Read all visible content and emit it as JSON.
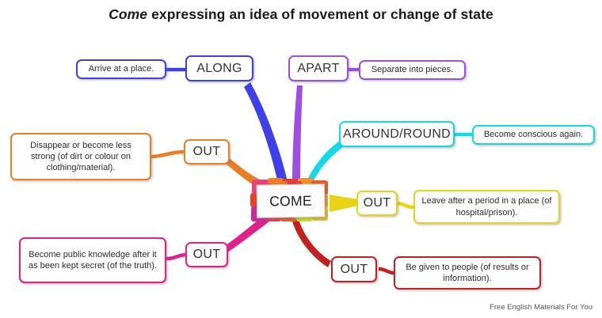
{
  "title": {
    "emphasis": "Come",
    "rest": " expressing an idea of movement or change of state"
  },
  "center": {
    "label": "COME"
  },
  "footer": {
    "text": "Free English Materials For You"
  },
  "branches": [
    {
      "key": "ALONG",
      "meaning": "Arrive at a place.",
      "color": "#4040E8"
    },
    {
      "key": "APART",
      "meaning": "Separate into pieces.",
      "color": "#9C4FE0"
    },
    {
      "key": "AROUND/ROUND",
      "meaning": "Become conscious again.",
      "color": "#16D8E6"
    },
    {
      "key": "OUT",
      "meaning": "Disappear or become less strong (of dirt or colour on clothing/material).",
      "color": "#ED7D23"
    },
    {
      "key": "OUT",
      "meaning": "Leave after a period in a place (of hospital/prison).",
      "color": "#E8D216"
    },
    {
      "key": "OUT",
      "meaning": "Become public knowledge after it as been kept secret (of the truth).",
      "color": "#E0218A"
    },
    {
      "key": "OUT",
      "meaning": "Be given to people (of results or information).",
      "color": "#C42020"
    }
  ]
}
